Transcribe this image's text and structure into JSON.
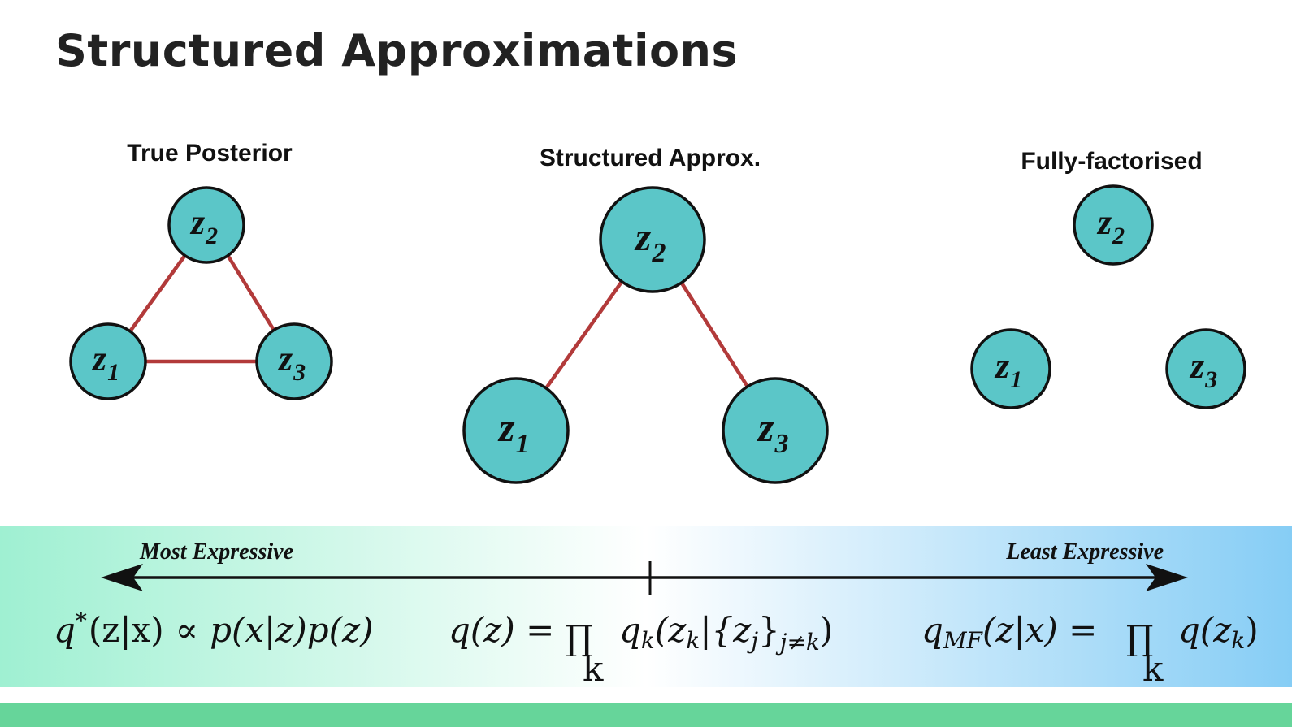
{
  "title": "Structured Approximations",
  "colors": {
    "node_fill": "#5bc6c8",
    "edge": "#b23a3a",
    "band_left": "#9ff0d2",
    "band_right": "#86cdf5",
    "footer": "#66d59a"
  },
  "panels": [
    {
      "title": "True Posterior",
      "nodes": [
        {
          "name": "z",
          "sub": "2"
        },
        {
          "name": "z",
          "sub": "1"
        },
        {
          "name": "z",
          "sub": "3"
        }
      ],
      "edges": [
        [
          "z2",
          "z1"
        ],
        [
          "z2",
          "z3"
        ],
        [
          "z1",
          "z3"
        ]
      ]
    },
    {
      "title": "Structured Approx.",
      "nodes": [
        {
          "name": "z",
          "sub": "2"
        },
        {
          "name": "z",
          "sub": "1"
        },
        {
          "name": "z",
          "sub": "3"
        }
      ],
      "edges": [
        [
          "z2",
          "z1"
        ],
        [
          "z2",
          "z3"
        ]
      ]
    },
    {
      "title": "Fully-factorised",
      "nodes": [
        {
          "name": "z",
          "sub": "2"
        },
        {
          "name": "z",
          "sub": "1"
        },
        {
          "name": "z",
          "sub": "3"
        }
      ],
      "edges": []
    }
  ],
  "band": {
    "left_label": "Most Expressive",
    "right_label": "Least Expressive"
  },
  "formulas": {
    "f1": {
      "q": "q",
      "star": "*",
      "args": "(z|x)",
      "prop": "∝",
      "rhs": "p(x|z)p(z)"
    },
    "f2": {
      "lhs": "q(z) =",
      "prod": "∏",
      "limit": "k",
      "q": "q",
      "q_sub": "k",
      "open": "(z",
      "z_sub": "k",
      "mid": "|{z",
      "j_sub": "j",
      "close": "}",
      "cond": "j≠k",
      "end": ")"
    },
    "f3": {
      "q": "q",
      "q_sub": "MF",
      "args": "(z|x) =",
      "prod": "∏",
      "limit": "k",
      "rhs_open": "q(z",
      "rhs_sub": "k",
      "rhs_close": ")"
    }
  }
}
